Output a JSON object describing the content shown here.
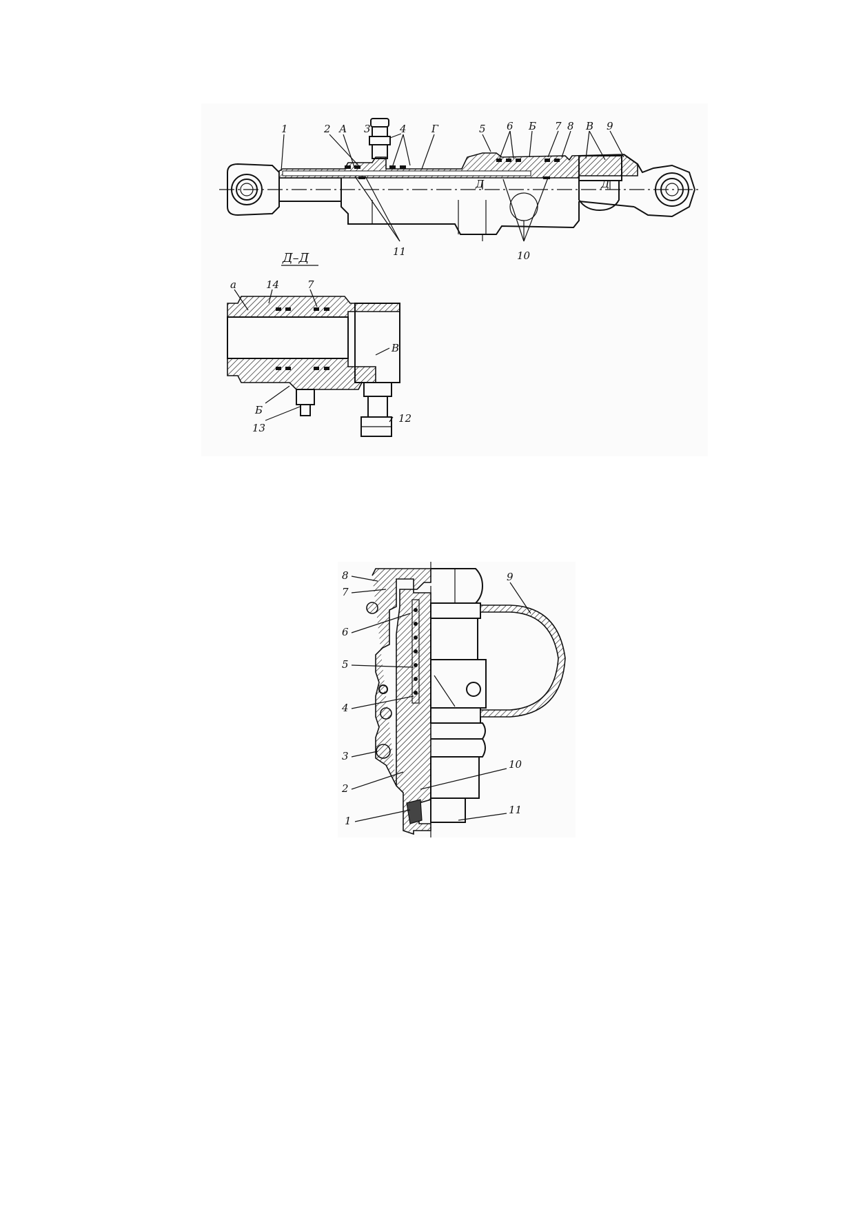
{
  "figure1": {
    "labels": [
      "1",
      "2",
      "А",
      "3",
      "4",
      "Г",
      "5",
      "6",
      "Б",
      "7",
      "8",
      "В",
      "9",
      "Д",
      "Д",
      "11",
      "10"
    ]
  },
  "section_dd": {
    "title": "Д–Д",
    "labels": [
      "а",
      "14",
      "7",
      "В",
      "Б",
      "13",
      "12"
    ]
  },
  "figure2": {
    "labels": [
      "8",
      "7",
      "6",
      "5",
      "4",
      "3",
      "2",
      "1",
      "9",
      "10",
      "11"
    ]
  }
}
